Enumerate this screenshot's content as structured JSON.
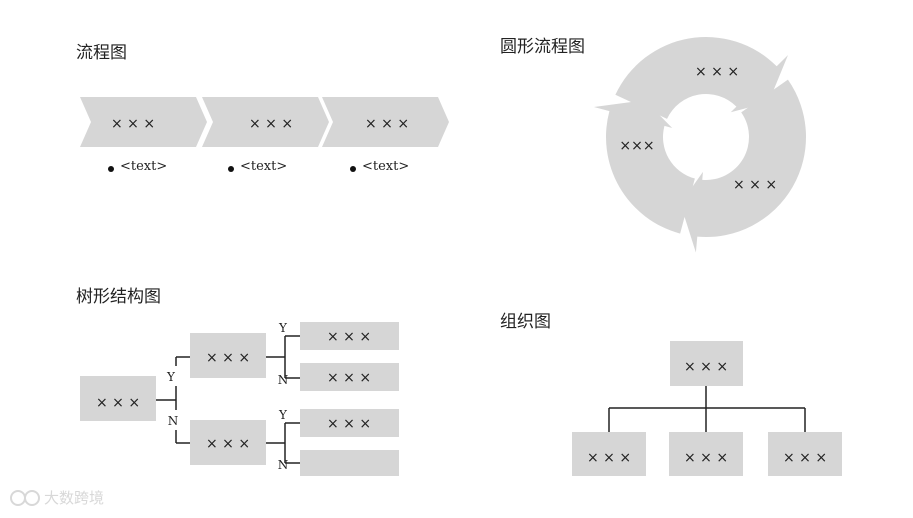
{
  "colors": {
    "shape_fill": "#d6d6d6",
    "line": "#222222",
    "text": "#222222"
  },
  "flowchart": {
    "title": "流程图",
    "steps": [
      {
        "label": "× × ×",
        "note": "<text>"
      },
      {
        "label": "× × ×",
        "note": "<text>"
      },
      {
        "label": "× × ×",
        "note": "<text>"
      }
    ]
  },
  "cycle": {
    "title": "圆形流程图",
    "segments": [
      "× × ×",
      "×××",
      "× × ×"
    ]
  },
  "tree": {
    "title": "树形结构图",
    "root": "× × ×",
    "branches": [
      {
        "edge": "Y",
        "label": "× × ×",
        "leaves": [
          {
            "edge": "Y",
            "label": "× × ×"
          },
          {
            "edge": "N",
            "label": "× × ×"
          }
        ]
      },
      {
        "edge": "N",
        "label": "× × ×",
        "leaves": [
          {
            "edge": "Y",
            "label": "× × ×"
          },
          {
            "edge": "N",
            "label": ""
          }
        ]
      }
    ]
  },
  "org": {
    "title": "组织图",
    "top": "× × ×",
    "children": [
      "× × ×",
      "× × ×",
      "× × ×"
    ]
  },
  "watermark": "大数跨境"
}
